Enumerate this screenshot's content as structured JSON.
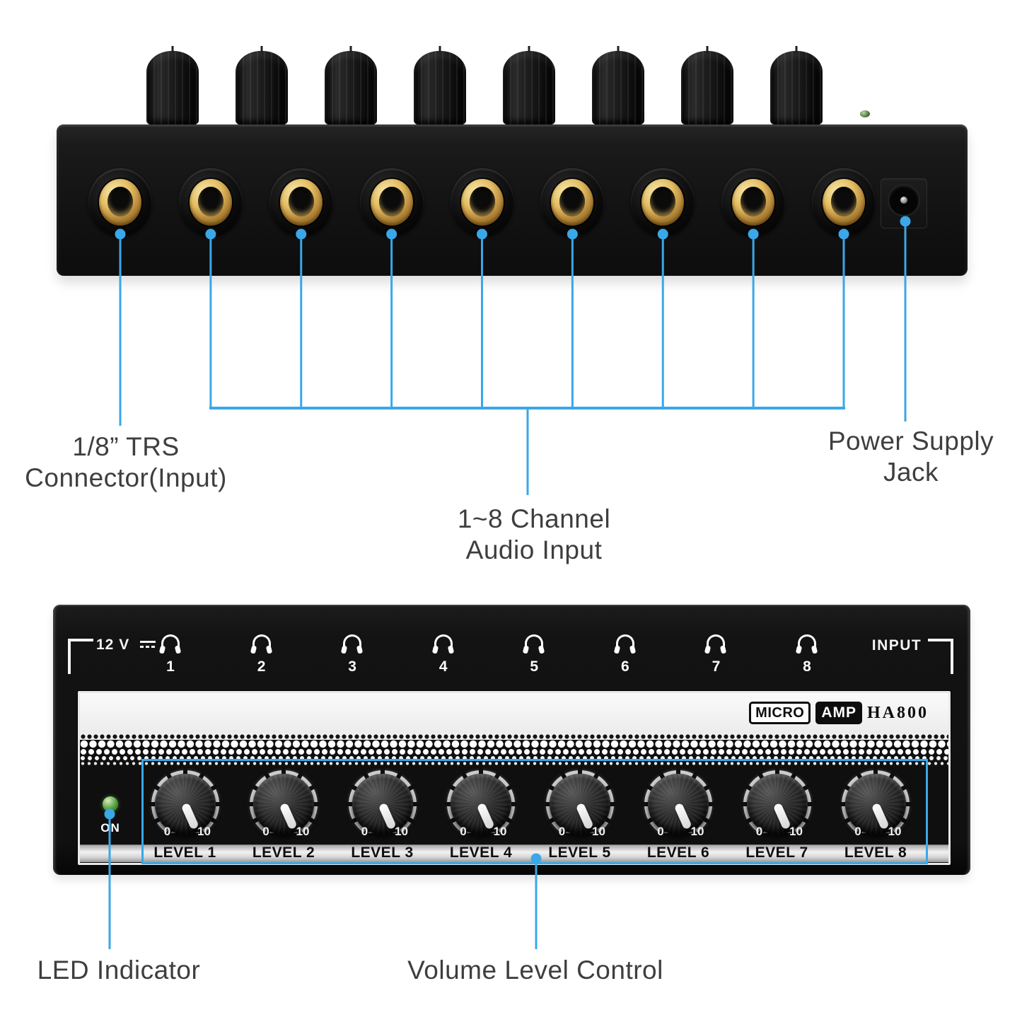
{
  "annotations": {
    "trs_connector": {
      "line1": "1/8” TRS",
      "line2": "Connector(Input)"
    },
    "channel_audio": {
      "line1": "1~8 Channel",
      "line2": "Audio Input"
    },
    "power_supply": {
      "line1": "Power Supply",
      "line2": "Jack"
    },
    "led_indicator": "LED Indicator",
    "volume_control": "Volume Level Control"
  },
  "front_panel": {
    "power_label": "12 V",
    "input_label": "INPUT",
    "on_label": "ON",
    "brand": {
      "micro": "MICRO",
      "amp": "AMP",
      "model": "HA800"
    },
    "scale_min": "0",
    "scale_max": "10",
    "channels": [
      {
        "number": "1",
        "level": "LEVEL 1"
      },
      {
        "number": "2",
        "level": "LEVEL 2"
      },
      {
        "number": "3",
        "level": "LEVEL 3"
      },
      {
        "number": "4",
        "level": "LEVEL 4"
      },
      {
        "number": "5",
        "level": "LEVEL 5"
      },
      {
        "number": "6",
        "level": "LEVEL 6"
      },
      {
        "number": "7",
        "level": "LEVEL 7"
      },
      {
        "number": "8",
        "level": "LEVEL 8"
      }
    ]
  },
  "rear_panel": {
    "knob_count": 8,
    "jack_count": 9
  },
  "colors": {
    "callout_blue": "#3aa7e8",
    "led_green": "#4c9c3f"
  }
}
